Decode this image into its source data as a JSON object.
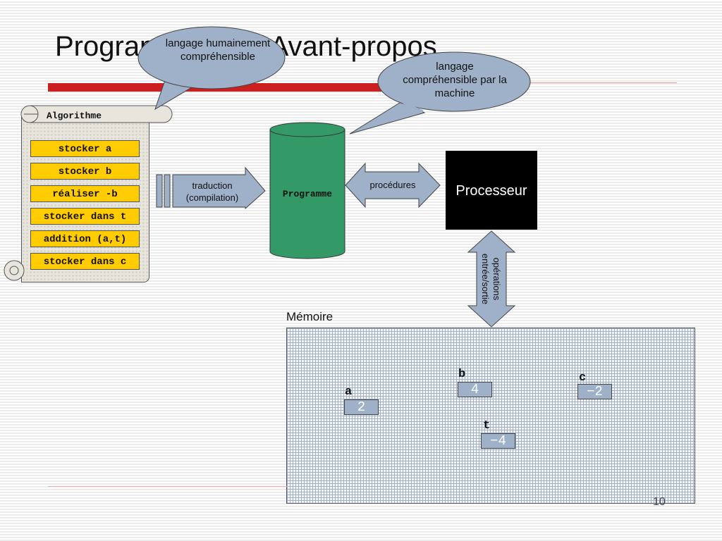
{
  "slide": {
    "title": "Programmation / Avant-propos",
    "page_number": "10"
  },
  "callouts": {
    "human": "langage humainement compréhensible",
    "machine": "langage compréhensible par la machine"
  },
  "algorithm": {
    "title": "Algorithme",
    "steps": [
      "stocker a",
      "stocker b",
      "réaliser -b",
      "stocker dans t",
      "addition (a,t)",
      "stocker dans c"
    ]
  },
  "arrows": {
    "translation": [
      "traduction",
      "(compilation)"
    ],
    "procedures": "procédures",
    "io": [
      "opérations",
      "entrée/sortie"
    ]
  },
  "program": {
    "label": "Programme"
  },
  "processor": {
    "label": "Processeur"
  },
  "memory": {
    "label": "Mémoire",
    "variables": {
      "a": {
        "name": "a",
        "value": "2"
      },
      "b": {
        "name": "b",
        "value": "4"
      },
      "c": {
        "name": "c",
        "value": "−2"
      },
      "t": {
        "name": "t",
        "value": "−4"
      }
    }
  },
  "colors": {
    "title_rule": "#cc1f1f",
    "step_fill": "#ffcc00",
    "callout_fill": "#9fb1c9",
    "arrow_fill": "#9fb1c9",
    "program_fill": "#339966",
    "processor_fill": "#000000"
  }
}
